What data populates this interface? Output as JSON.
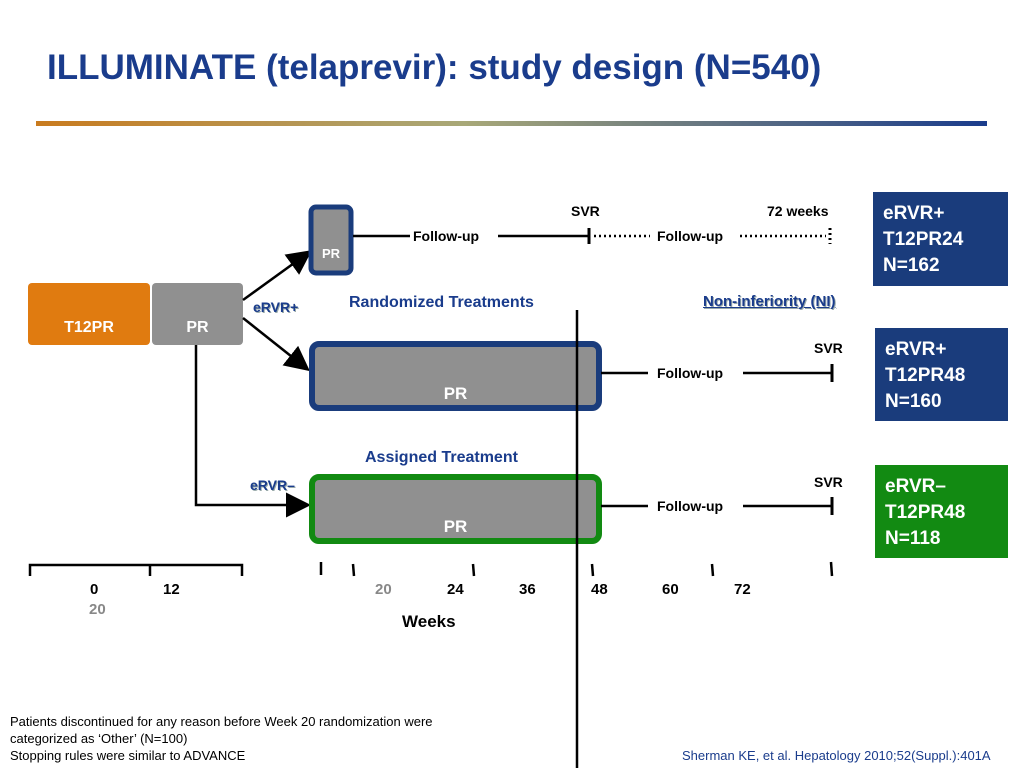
{
  "title": "ILLUMINATE (telaprevir): study design (N=540)",
  "colors": {
    "title": "#1a3c8c",
    "orange": "#e07b10",
    "gray": "#909090",
    "navy": "#1a3c7c",
    "green": "#128a12"
  },
  "phases": {
    "t12pr": "T12PR",
    "pr": "PR"
  },
  "arms": {
    "top_pr": "PR",
    "middle_pr": "PR",
    "bottom_pr": "PR"
  },
  "labels": {
    "ervr_pos": "eRVR+",
    "ervr_neg": "eRVR–",
    "randomized": "Randomized Treatments",
    "assigned": "Assigned Treatment",
    "non_inferiority": "Non-inferiority (NI)",
    "svr_top": "SVR",
    "weeks72": "72 weeks",
    "followup_1": "Follow-up",
    "followup_2": "Follow-up",
    "followup_3": "Follow-up",
    "followup_4": "Follow-up",
    "svr_mid": "SVR",
    "svr_bot": "SVR",
    "weeks_axis": "Weeks"
  },
  "result_boxes": [
    {
      "line1": "eRVR+",
      "line2": "T12PR24",
      "line3": "N=162"
    },
    {
      "line1": "eRVR+",
      "line2": "T12PR48",
      "line3": "N=160"
    },
    {
      "line1": "eRVR–",
      "line2": "T12PR48",
      "line3": "N=118"
    }
  ],
  "ticks": {
    "t0": "0",
    "t20a": "20",
    "t12": "12",
    "t20b": "20",
    "t24": "24",
    "t36": "36",
    "t48": "48",
    "t60": "60",
    "t72": "72"
  },
  "footnotes": {
    "line1": "Patients discontinued for any reason before Week 20 randomization were",
    "line2": "categorized as ‘Other’ (N=100)",
    "line3": "Stopping rules were similar to ADVANCE"
  },
  "citation": "Sherman KE, et al. Hepatology 2010;52(Suppl.):401A"
}
